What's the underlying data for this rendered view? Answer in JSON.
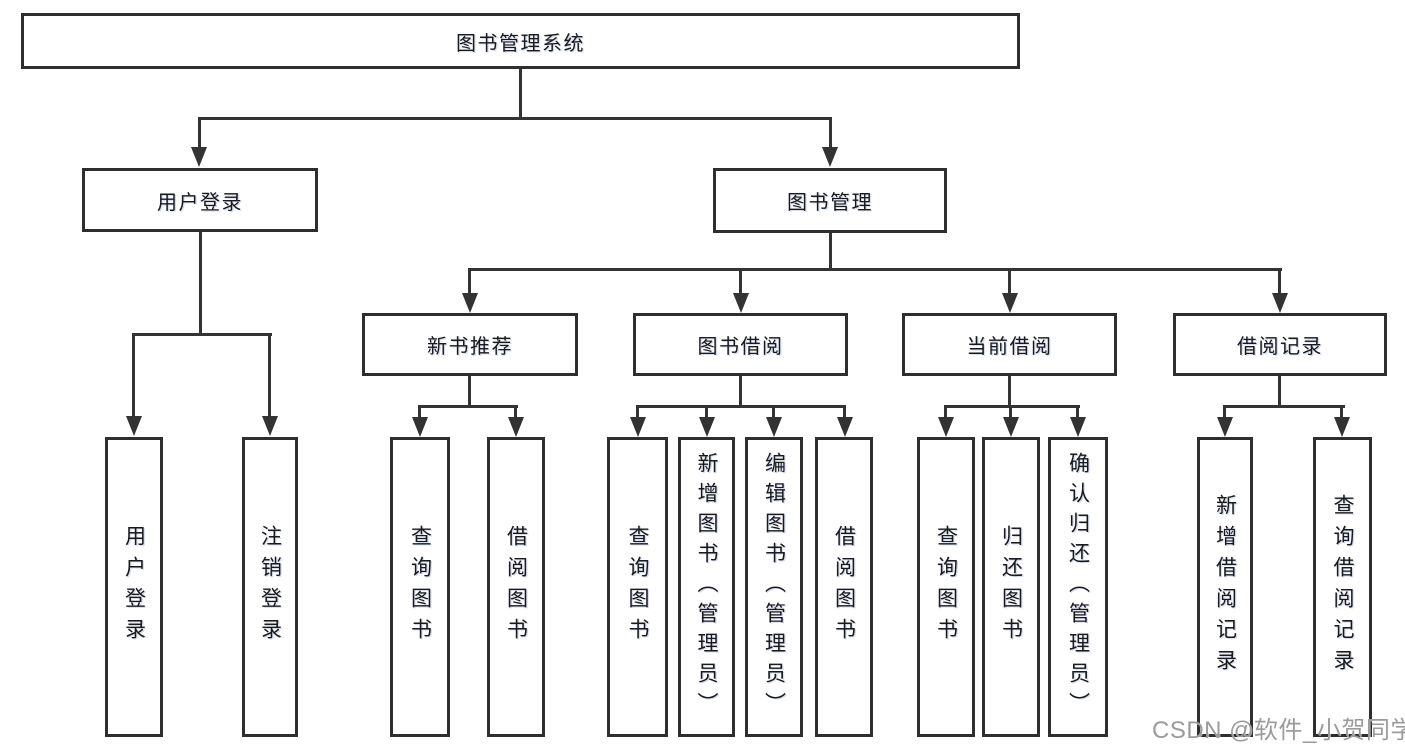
{
  "nodes": {
    "root": "图书管理系统",
    "level2": [
      "用户登录",
      "图书管理"
    ],
    "level3": [
      "新书推荐",
      "图书借阅",
      "当前借阅",
      "借阅记录"
    ],
    "leaves": [
      "用户登录",
      "注销登录",
      "查询图书",
      "借阅图书",
      "查询图书",
      "新增图书（管理员）",
      "编辑图书（管理员）",
      "借阅图书",
      "查询图书",
      "归还图书",
      "确认归还（管理员）",
      "新增借阅记录",
      "查询借阅记录"
    ]
  },
  "watermark": {
    "text": "CSDN @软件_小贺同学"
  },
  "colors": {
    "background": "#ffffff",
    "line": "#333333",
    "box_border": "#2e2e2e",
    "text": "#1a1a1a",
    "watermark": "#9b9b9b"
  }
}
